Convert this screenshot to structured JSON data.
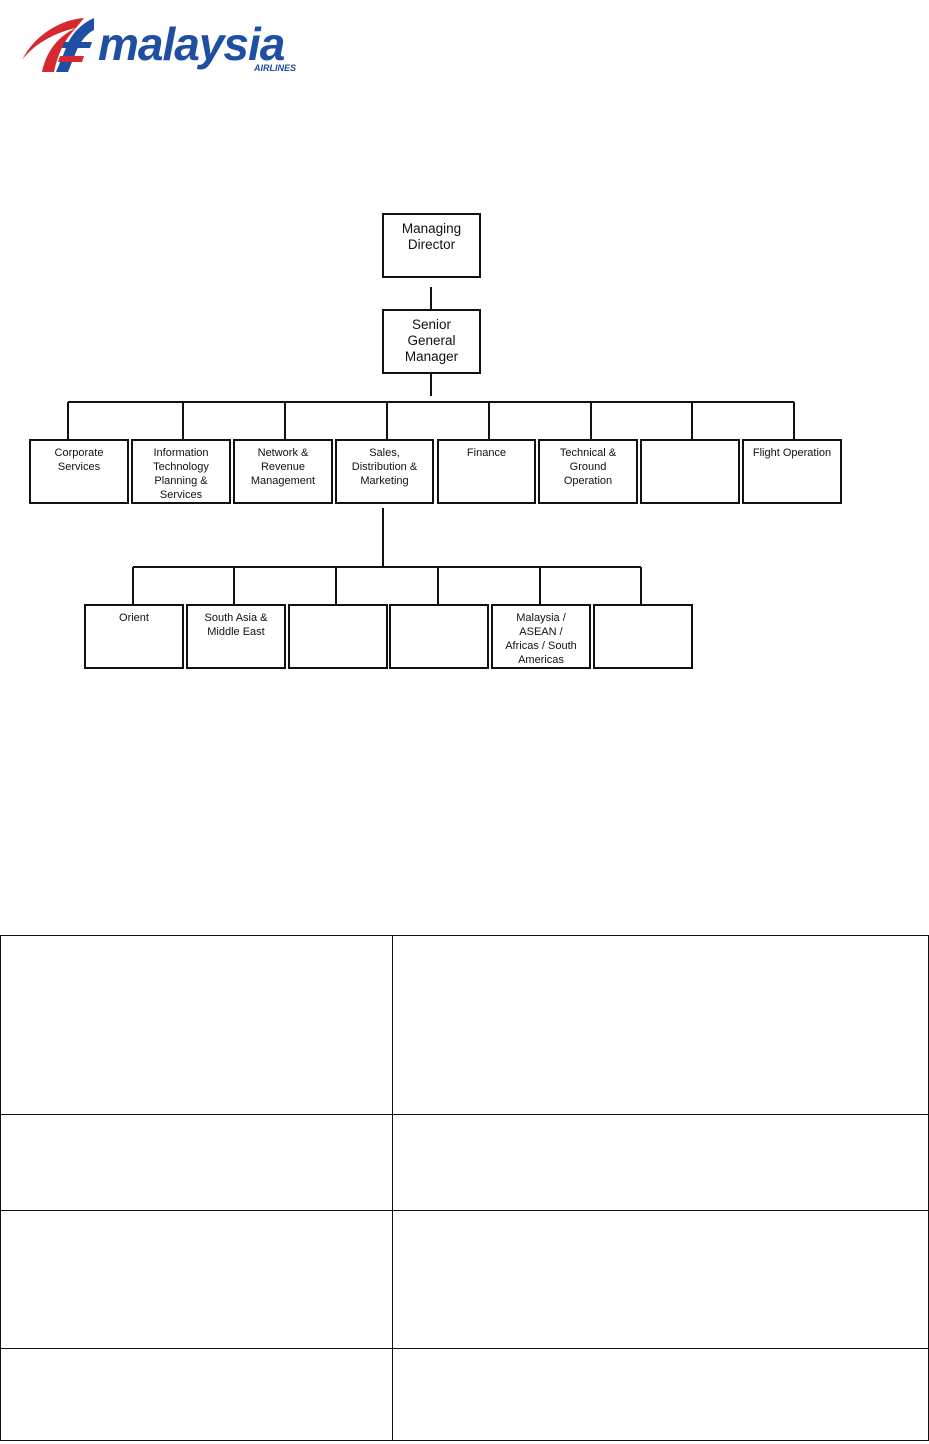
{
  "logo": {
    "wordmark": "malaysia",
    "subtext": "AIRLINES",
    "colors": {
      "red": "#d7282f",
      "blue": "#1f4fa3"
    }
  },
  "orgchart": {
    "managing_director": "Managing\nDirector",
    "senior_gm": "Senior\nGeneral\nManager",
    "divisions": [
      "Corporate\nServices",
      "Information\nTechnology\nPlanning &\nServices",
      "Network &\nRevenue\nManagement",
      "Sales,\nDistribution &\nMarketing",
      "Finance",
      "Technical &\nGround\nOperation",
      "",
      "Flight Operation"
    ],
    "regions": [
      "Orient",
      "South Asia &\nMiddle East",
      "",
      "",
      "Malaysia /\nASEAN /\nAfricas / South\nAmericas",
      ""
    ]
  },
  "table": {
    "rows": [
      [
        "",
        ""
      ],
      [
        "",
        ""
      ],
      [
        "",
        ""
      ],
      [
        "",
        ""
      ]
    ]
  }
}
